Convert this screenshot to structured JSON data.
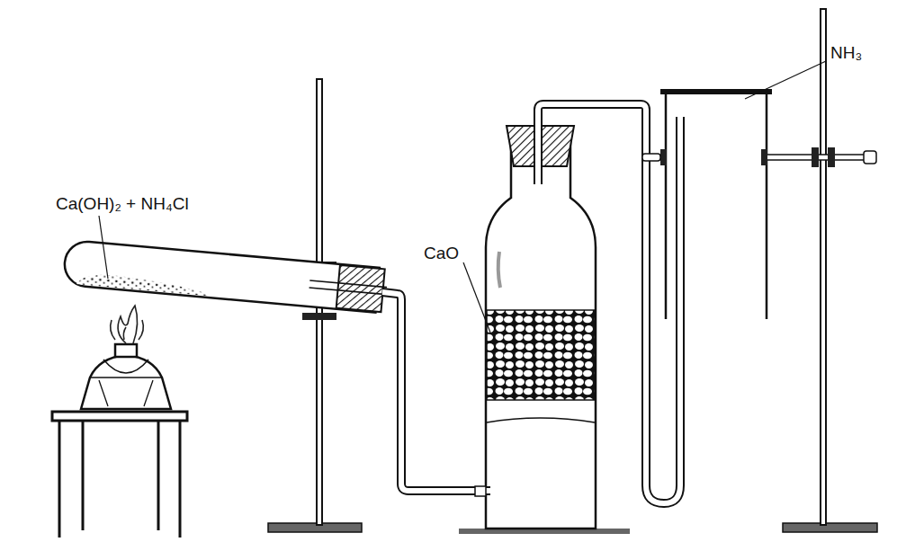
{
  "diagram": {
    "labels": [
      "Ca(OH)₂ + NH₄Cl",
      "CaO",
      "NH₃"
    ]
  }
}
